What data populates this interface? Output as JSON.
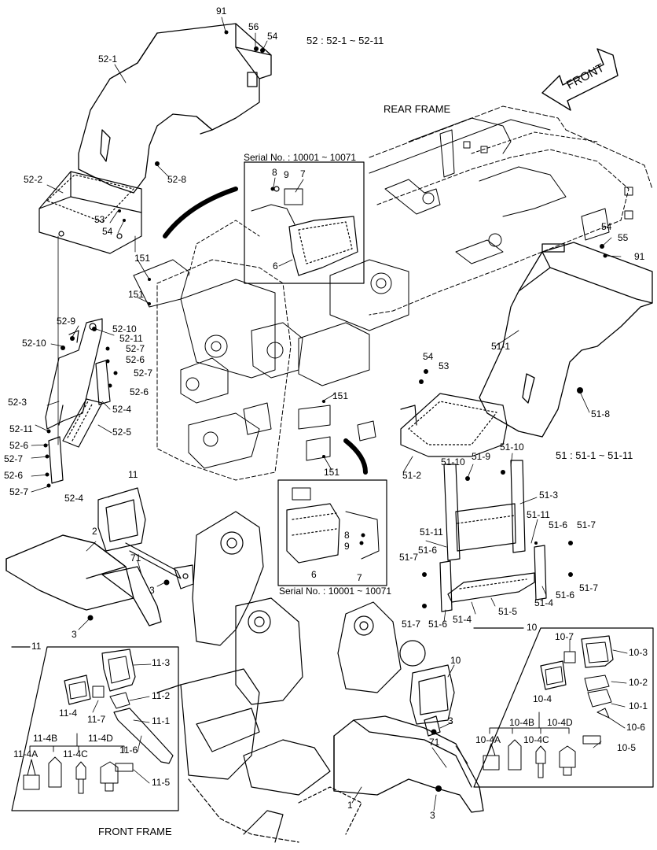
{
  "titles": {
    "group52": "52 : 52-1 ~ 52-11",
    "group51": "51 : 51-1 ~ 51-11",
    "rear_frame": "REAR FRAME",
    "front_frame": "FRONT FRAME",
    "front_arrow": "FRONT",
    "serial_top": "Serial No. : 10001 ~ 10071",
    "serial_mid": "Serial No. : 10001 ~ 10071",
    "inset11": "11",
    "inset10": "10"
  },
  "callouts": {
    "c91a": "91",
    "c56": "56",
    "c54a": "54",
    "c52_1": "52-1",
    "c52_8": "52-8",
    "c52_2": "52-2",
    "c53a": "53",
    "c54b": "54",
    "c151a": "151",
    "c151b": "151",
    "c52_9": "52-9",
    "c52_10a": "52-10",
    "c52_10b": "52-10",
    "c52_11a": "52-11",
    "c52_7a": "52-7",
    "c52_6a": "52-6",
    "c52_7b": "52-7",
    "c52_6b": "52-6",
    "c52_3": "52-3",
    "c52_4a": "52-4",
    "c52_5": "52-5",
    "c52_11b": "52-11",
    "c52_6c": "52-6",
    "c52_7c": "52-7",
    "c52_6d": "52-6",
    "c52_7d": "52-7",
    "c52_4b": "52-4",
    "s8a": "8",
    "s9a": "9",
    "s7a": "7",
    "s6a": "6",
    "c54c": "54",
    "c55": "55",
    "c91b": "91",
    "c51_1": "51-1",
    "c54d": "54",
    "c53b": "53",
    "c151c": "151",
    "c151d": "151",
    "c51_8": "51-8",
    "c51_2": "51-2",
    "c51_10a": "51-10",
    "c51_9": "51-9",
    "c51_10b": "51-10",
    "c51_3": "51-3",
    "c51_11a": "51-11",
    "c51_11b": "51-11",
    "c51_6a": "51-6",
    "c51_7a": "51-7",
    "c51_7b": "51-7",
    "c51_6b": "51-6",
    "c51_4a": "51-4",
    "c51_6c": "51-6",
    "c51_7c": "51-7",
    "c51_7d": "51-7",
    "c51_6d": "51-6",
    "c51_4b": "51-4",
    "c51_5": "51-5",
    "s8b": "8",
    "s9b": "9",
    "s7b": "7",
    "s6b": "6",
    "c11": "11",
    "c2": "2",
    "c71a": "71",
    "c3a": "3",
    "c3b": "3",
    "c10": "10",
    "c3c": "3",
    "c71b": "71",
    "c1": "1",
    "c3d": "3",
    "i11_3": "11-3",
    "i11_2": "11-2",
    "i11_7": "11-7",
    "i11_4": "11-4",
    "i11_1": "11-1",
    "i11_4A": "11-4A",
    "i11_4B": "11-4B",
    "i11_4C": "11-4C",
    "i11_4D": "11-4D",
    "i11_6": "11-6",
    "i11_5": "11-5",
    "i10_7": "10-7",
    "i10_3": "10-3",
    "i10_2": "10-2",
    "i10_4": "10-4",
    "i10_1": "10-1",
    "i10_6": "10-6",
    "i10_4A": "10-4A",
    "i10_4B": "10-4B",
    "i10_4C": "10-4C",
    "i10_4D": "10-4D",
    "i10_5": "10-5"
  }
}
